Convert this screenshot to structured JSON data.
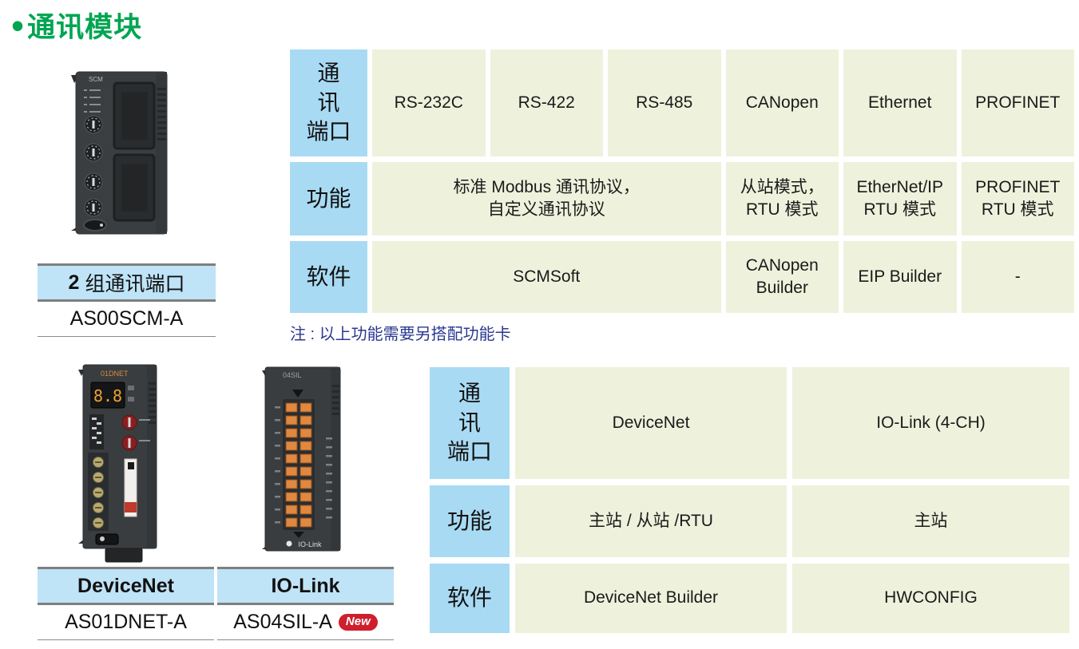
{
  "page": {
    "title": "通讯模块",
    "accent_green": "#00A551",
    "note_blue": "#2b3990",
    "header_blue": "#a9daf3",
    "cell_green": "#eef2dc",
    "caption_blue": "#bfe3f7",
    "badge_red": "#cf1f2e"
  },
  "products": {
    "scm": {
      "caption_prefix": "2",
      "caption_text": "组通讯端口",
      "model": "AS00SCM-A",
      "panel_text": "SCM"
    },
    "dnet": {
      "caption": "DeviceNet",
      "model": "AS01DNET-A",
      "panel_text": "01DNET",
      "display": "8.8"
    },
    "sil": {
      "caption": "IO-Link",
      "model": "AS04SIL-A",
      "badge": "New",
      "panel_text": "04SIL",
      "logo_text": "IO-Link"
    }
  },
  "table1": {
    "row_headers": {
      "ports": "通\n讯\n端口",
      "functions": "功能",
      "software": "软件"
    },
    "ports": [
      "RS-232C",
      "RS-422",
      "RS-485",
      "CANopen",
      "Ethernet",
      "PROFINET"
    ],
    "functions": {
      "serial": "标准 Modbus 通讯协议，\n自定义通讯协议",
      "canopen": "从站模式，\nRTU 模式",
      "ethernet": "EtherNet/IP\nRTU 模式",
      "profinet": "PROFINET\nRTU 模式"
    },
    "software": {
      "serial": "SCMSoft",
      "canopen": "CANopen\nBuilder",
      "ethernet": "EIP Builder",
      "profinet": "-"
    },
    "note": "注 : 以上功能需要另搭配功能卡"
  },
  "table2": {
    "row_headers": {
      "ports": "通\n讯\n端口",
      "functions": "功能",
      "software": "软件"
    },
    "ports": [
      "DeviceNet",
      "IO-Link (4-CH)"
    ],
    "functions": [
      "主站 / 从站 /RTU",
      "主站"
    ],
    "software": [
      "DeviceNet Builder",
      "HWCONFIG"
    ]
  }
}
